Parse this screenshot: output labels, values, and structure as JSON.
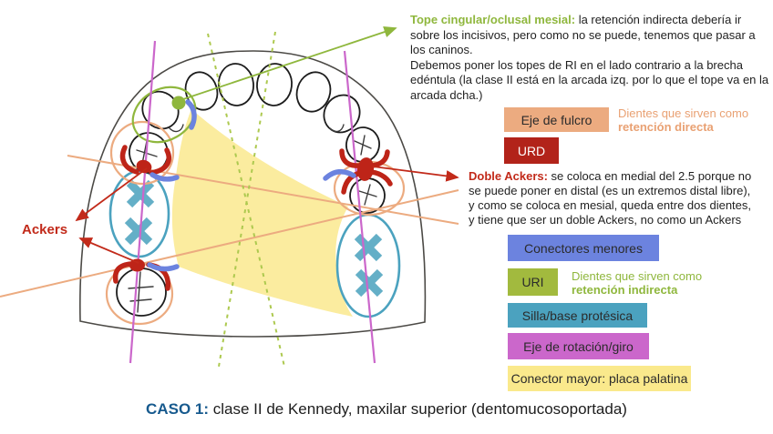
{
  "colors": {
    "arch_gray": "#4c4a46",
    "tooth_black": "#1c1c1c",
    "palate_yellow": "#FBEC9F",
    "saddle_teal": "#4BA2BF",
    "x_teal": "#64AFC7",
    "fulcrum_orange": "#ECAB80",
    "rotation_magenta": "#CB67CB",
    "dashed_green": "#ADC94F",
    "clasp_red": "#BE2418",
    "connector_blue": "#6C83DF",
    "urd_red": "#B2231A",
    "uri_green": "#A2BA3E",
    "box_yellow": "#FAE98C",
    "annotation_green": "#8FB73D",
    "annotation_red": "#C22A1A",
    "annotation_orange": "#E9A173",
    "caso_blue": "#175A8E",
    "text_dark": "#1f1f1f"
  },
  "annotations": {
    "tope": {
      "title": "Tope cingular/oclusal mesial:",
      "body": " la retención indirecta debería ir\nsobre los incisivos, pero como no se puede, tenemos que pasar a\nlos caninos.\nDebemos poner los topes de RI en el lado contrario a la brecha\nedéntula (la clase II está en la arcada izq. por lo que el tope va en la\narcada dcha.)"
    },
    "doble_ackers": {
      "title": "Doble Ackers:",
      "body": " se coloca en medial del 2.5 porque no\nse puede poner en distal (es un extremos distal libre),\ny como se coloca en mesial, queda entre dos dientes,\ny tiene que ser un doble Ackers, no como un Ackers"
    },
    "ackers_label": "Ackers"
  },
  "legend": {
    "fulcro_label": "Eje de fulcro",
    "urd_label": "URD",
    "retencion_directa_line1": "Dientes que sirven como",
    "retencion_directa_line2": "retención directa",
    "conectores_label": "Conectores menores",
    "uri_label": "URI",
    "retencion_indirecta_line1": "Dientes que sirven como",
    "retencion_indirecta_line2": "retención indirecta",
    "silla_label": "Silla/base protésica",
    "rotacion_label": "Eje de rotación/giro",
    "conector_mayor_label": "Conector mayor: placa palatina"
  },
  "caption": {
    "prefix": "CASO 1:",
    "text": " clase II de Kennedy, maxilar superior (dentomucosoportada)"
  }
}
